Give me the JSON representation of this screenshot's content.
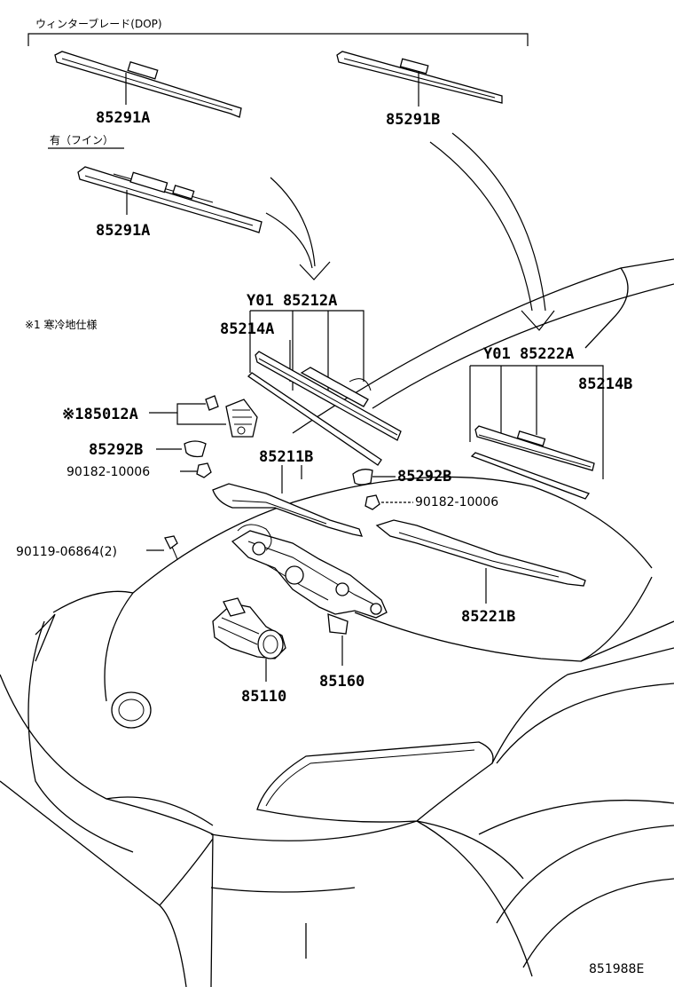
{
  "notes": {
    "winter_blade": "ウィンターブレード(DOP)",
    "with_fin": "有（フイン）",
    "cold_spec": "※1  寒冷地仕様"
  },
  "parts": {
    "p85291a_top": "85291A",
    "p85291b": "85291B",
    "p85291a_fin": "85291A",
    "y01_85212a": "Y01 85212A",
    "p85214a": "85214A",
    "y01_85222a": "Y01 85222A",
    "p85214b": "85214B",
    "p85012a": "※185012A",
    "p85292b_left": "85292B",
    "p90182_left": "90182-10006",
    "p85211b": "85211B",
    "p85292b_right": "85292B",
    "p90182_right": "90182-10006",
    "p90119": "90119-06864(2)",
    "p85221b": "85221B",
    "p85110": "85110",
    "p85160": "85160"
  },
  "diagram_code": "851988E"
}
